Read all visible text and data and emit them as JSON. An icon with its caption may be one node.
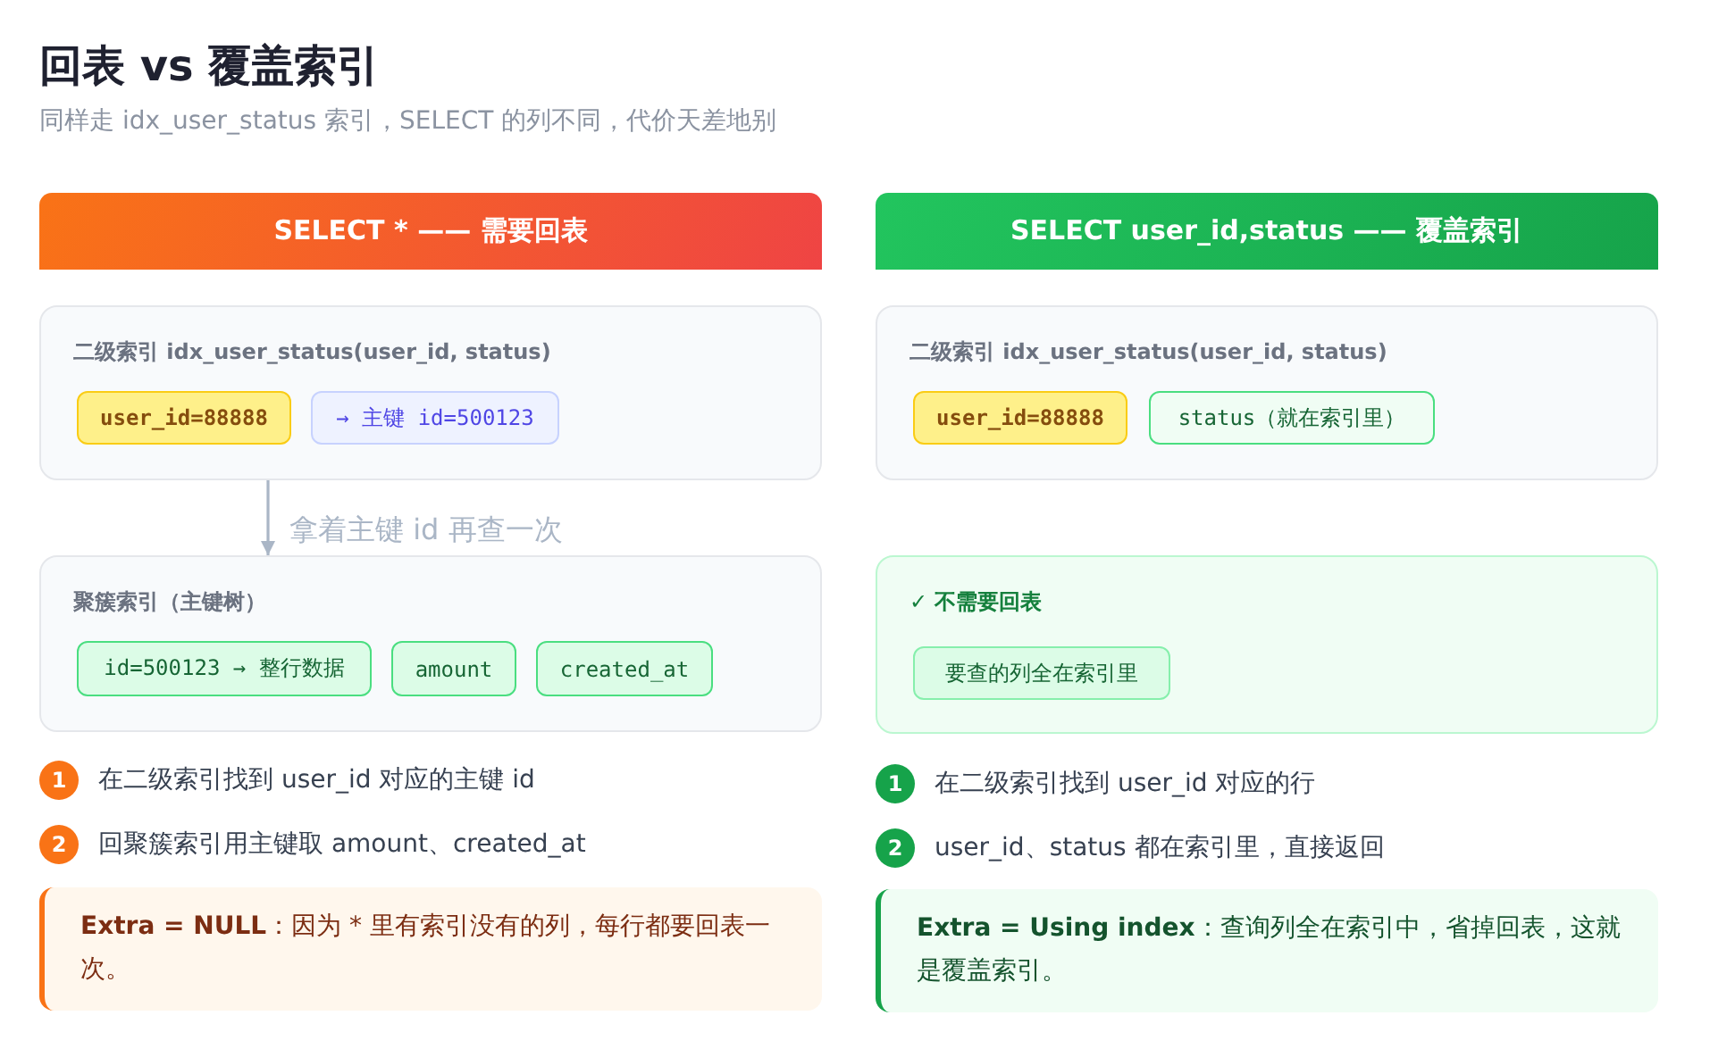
{
  "diagram": {
    "title": "回表 vs 覆盖索引",
    "nodes": [
      {
        "text": [
          "SELECT * —— 需要回表"
        ]
      },
      {
        "text": [
          "二级索引 idx_user_status(user_id, status)"
        ]
      },
      {
        "text": [
          "user_id=88888"
        ],
        "in": 1
      },
      {
        "text": [
          "→ 主键 id=500123"
        ],
        "in": 1
      },
      {
        "text": [
          "聚簇索引（主键树）"
        ]
      },
      {
        "text": [
          "id=500123 → 整行数据"
        ],
        "in": 4
      },
      {
        "text": [
          "amount"
        ],
        "in": 4
      },
      {
        "text": [
          "created_at"
        ],
        "in": 4
      },
      {
        "text": [
          "1"
        ],
        "beside": [
          "在二级索引找到 user_id 对应的主键 id"
        ]
      },
      {
        "text": [
          "2"
        ],
        "beside": [
          "回聚簇索引用主键取 amount、created_at"
        ]
      },
      {
        "text": [
          "**Extra = NULL**：因为 * 里有索引没有的列，每行都要回表一次。"
        ]
      },
      {
        "text": [
          "SELECT user_id,status —— 覆盖索引"
        ]
      },
      {
        "text": [
          "二级索引 idx_user_status(user_id, status)"
        ]
      },
      {
        "text": [
          "user_id=88888"
        ],
        "in": 12
      },
      {
        "text": [
          "status（就在索引里）"
        ],
        "in": 12
      },
      {
        "text": [
          "✓ 不需要回表"
        ]
      },
      {
        "text": [
          "要查的列全在索引里"
        ],
        "in": 15
      },
      {
        "text": [
          "1"
        ],
        "beside": [
          "在二级索引找到 user_id 对应的行"
        ]
      },
      {
        "text": [
          "2"
        ],
        "beside": [
          "user_id、status 都在索引里，直接返回"
        ]
      },
      {
        "text": [
          "**Extra = Using index**：查询列全在索引中，省掉回表，这就是覆盖索引。"
        ]
      }
    ],
    "edges": [
      {
        "from": 1,
        "to": 4,
        "arrow": "to",
        "label": "拿着主键 id 再查一次"
      }
    ],
    "labels": [
      "同样走 idx_user_status 索引，SELECT 的列不同，代价天差地别"
    ]
  }
}
